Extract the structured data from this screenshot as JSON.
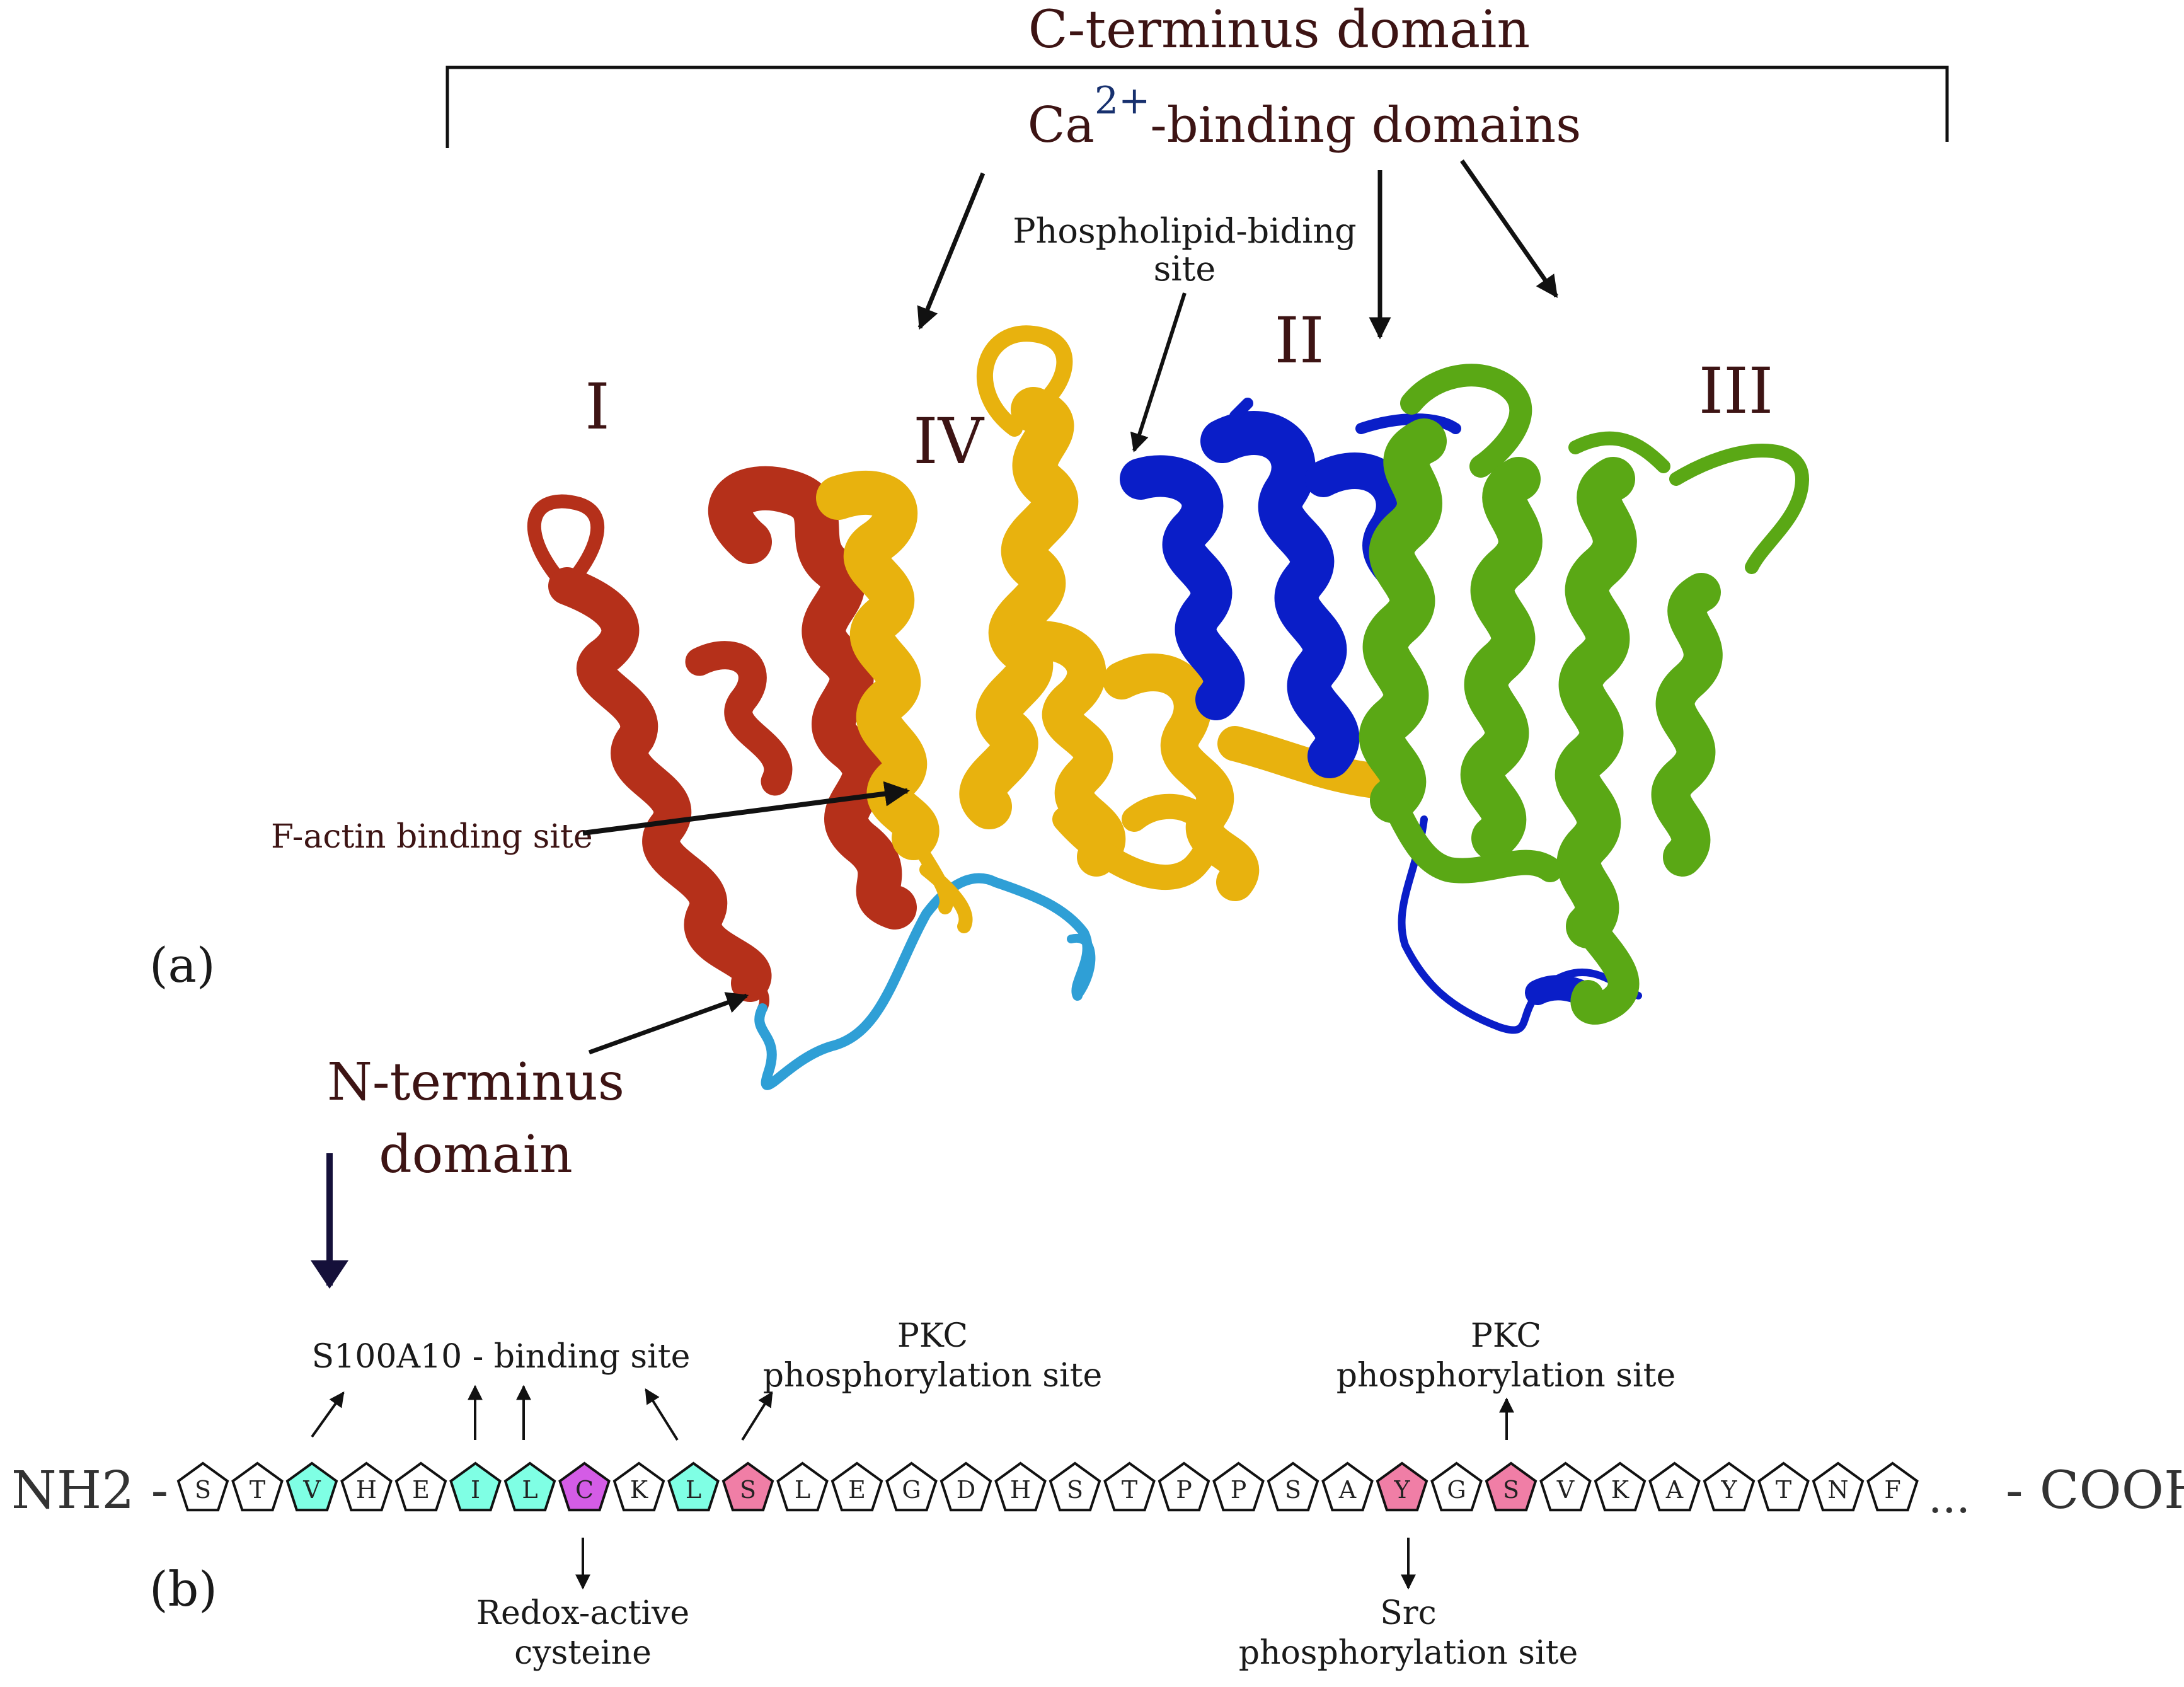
{
  "panel_a": {
    "label": "(a)",
    "c_terminus_label": "C-terminus domain",
    "ca_binding": {
      "prefix": "Ca",
      "superscript": "2+",
      "suffix": "-binding domains"
    },
    "phospholipid_label": {
      "line1": "Phospholipid-biding",
      "line2": "site"
    },
    "domain_numerals": [
      "I",
      "IV",
      "II",
      "III"
    ],
    "f_actin_label": "F-actin binding site",
    "n_terminus_label": {
      "line1": "N-terminus",
      "line2": "domain"
    },
    "colors": {
      "domain_I": "#b5301a",
      "domain_IV": "#e8b20e",
      "domain_II": "#0a1ec8",
      "domain_III": "#5aa815",
      "n_terminus": "#2f9fd6"
    }
  },
  "panel_b": {
    "label": "(b)",
    "left_terminal": "NH2 -",
    "right_terminal": "- COOH",
    "ellipsis": "...",
    "residues": [
      "S",
      "T",
      "V",
      "H",
      "E",
      "I",
      "L",
      "C",
      "K",
      "L",
      "S",
      "L",
      "E",
      "G",
      "D",
      "H",
      "S",
      "T",
      "P",
      "P",
      "S",
      "A",
      "Y",
      "G",
      "S",
      "V",
      "K",
      "A",
      "Y",
      "T",
      "N",
      "F"
    ],
    "highlights": {
      "s100a10": [
        2,
        5,
        6,
        9
      ],
      "redox": [
        7
      ],
      "phospho": [
        10,
        22,
        24
      ]
    },
    "colors": {
      "s100a10": "#7fffe4",
      "redox": "#d45ce6",
      "phospho": "#f07ea6",
      "default": "#ffffff"
    },
    "annotations": {
      "s100a10": "S100A10 - binding site",
      "pkc1": {
        "line1": "PKC",
        "line2": "phosphorylation site"
      },
      "pkc2": {
        "line1": "PKC",
        "line2": "phosphorylation site"
      },
      "redox": {
        "line1": "Redox-active",
        "line2": "cysteine"
      },
      "src": {
        "line1": "Src",
        "line2": "phosphorylation site"
      }
    }
  }
}
